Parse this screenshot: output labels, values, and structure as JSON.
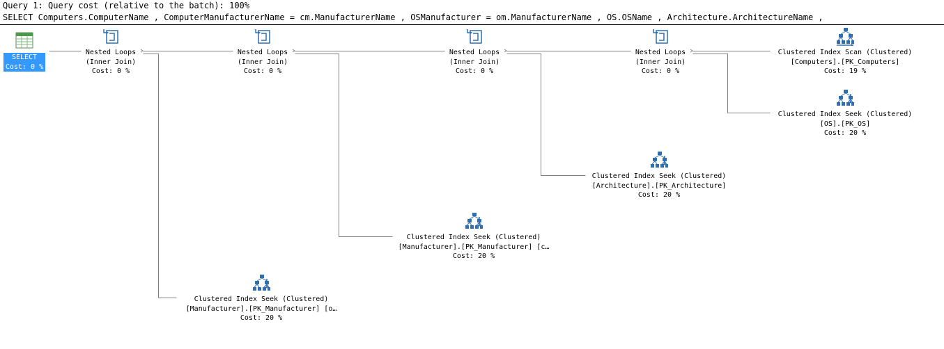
{
  "header": {
    "query_cost_line": "Query 1: Query cost (relative to the batch): 100%",
    "sql_line": "SELECT Computers.ComputerName , ComputerManufacturerName = cm.ManufacturerName , OSManufacturer = om.ManufacturerName , OS.OSName , Architecture.ArchitectureName , "
  },
  "colors": {
    "selection": "#3399ff",
    "edge": "#808080"
  },
  "plan": {
    "select": {
      "name": "SELECT",
      "cost": "Cost: 0 %",
      "icon": "select-result-icon",
      "selected": true
    },
    "nested_loops": [
      {
        "title": "Nested Loops",
        "join": "(Inner Join)",
        "cost": "Cost: 0 %",
        "icon": "nested-loops-icon"
      },
      {
        "title": "Nested Loops",
        "join": "(Inner Join)",
        "cost": "Cost: 0 %",
        "icon": "nested-loops-icon"
      },
      {
        "title": "Nested Loops",
        "join": "(Inner Join)",
        "cost": "Cost: 0 %",
        "icon": "nested-loops-icon"
      },
      {
        "title": "Nested Loops",
        "join": "(Inner Join)",
        "cost": "Cost: 0 %",
        "icon": "nested-loops-icon"
      }
    ],
    "index_ops": [
      {
        "title": "Clustered Index Scan (Clustered)",
        "object": "[Computers].[PK_Computers]",
        "cost": "Cost: 19 %",
        "icon": "clustered-index-scan-icon"
      },
      {
        "title": "Clustered Index Seek (Clustered)",
        "object": "[OS].[PK_OS]",
        "cost": "Cost: 20 %",
        "icon": "clustered-index-seek-icon"
      },
      {
        "title": "Clustered Index Seek (Clustered)",
        "object": "[Architecture].[PK_Architecture]",
        "cost": "Cost: 20 %",
        "icon": "clustered-index-seek-icon"
      },
      {
        "title": "Clustered Index Seek (Clustered)",
        "object": "[Manufacturer].[PK_Manufacturer] [c…",
        "cost": "Cost: 20 %",
        "icon": "clustered-index-seek-icon"
      },
      {
        "title": "Clustered Index Seek (Clustered)",
        "object": "[Manufacturer].[PK_Manufacturer] [o…",
        "cost": "Cost: 20 %",
        "icon": "clustered-index-seek-icon"
      }
    ]
  }
}
